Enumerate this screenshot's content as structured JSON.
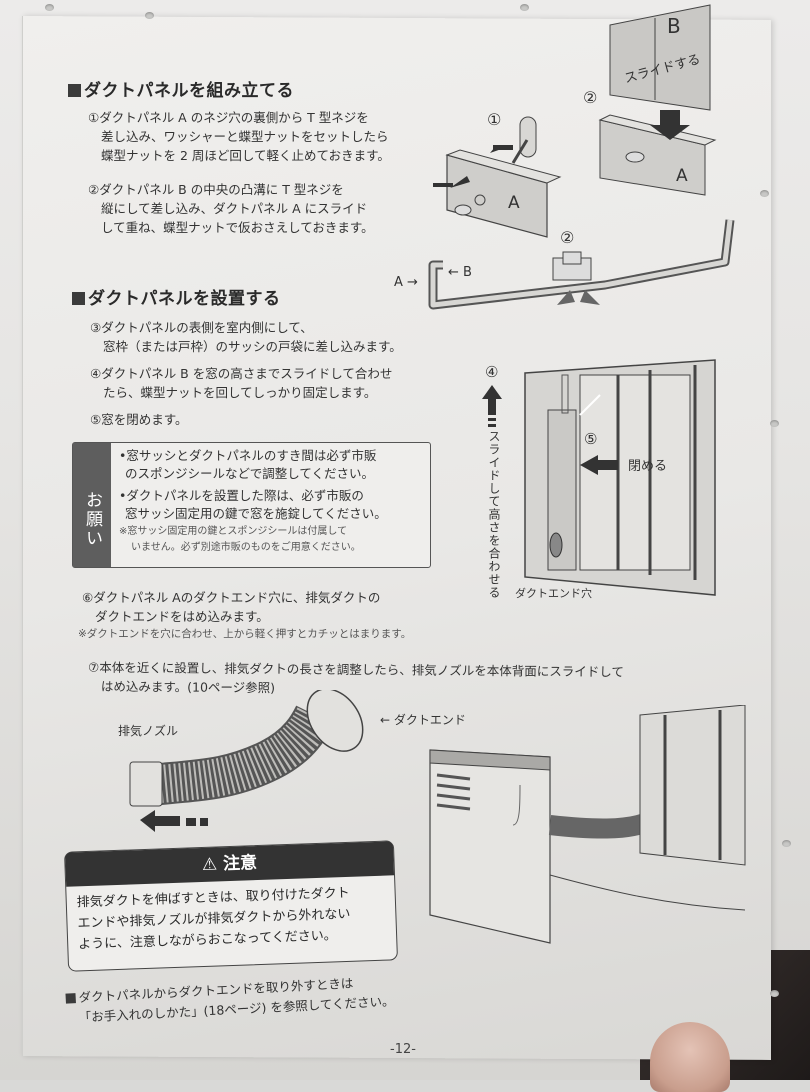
{
  "section_assemble": {
    "title": "ダクトパネルを組み立てる",
    "step1": [
      "①ダクトパネル A のネジ穴の裏側から T 型ネジを",
      "差し込み、ワッシャーと蝶型ナットをセットしたら",
      "蝶型ナットを 2 周ほど回して軽く止めておきます。"
    ],
    "step2": [
      "②ダクトパネル B の中央の凸溝に T 型ネジを",
      "縦にして差し込み、ダクトパネル A にスライド",
      "して重ね、蝶型ナットで仮おさえしておきます。"
    ]
  },
  "section_install": {
    "title": "ダクトパネルを設置する",
    "step3": [
      "③ダクトパネルの表側を室内側にして、",
      "窓枠（または戸枠）のサッシの戸袋に差し込みます。"
    ],
    "step4": [
      "④ダクトパネル B を窓の高さまでスライドして合わせ",
      "たら、蝶型ナットを回してしっかり固定します。"
    ],
    "step5": "⑤窓を閉めます。"
  },
  "request_box": {
    "tab_label": "お願い",
    "bullet1": [
      "•窓サッシとダクトパネルのすき間は必ず市販",
      "のスポンジシールなどで調整してください。"
    ],
    "bullet2": [
      "•ダクトパネルを設置した際は、必ず市販の",
      "窓サッシ固定用の鍵で窓を施錠してください。"
    ],
    "note": [
      "※窓サッシ固定用の鍵とスポンジシールは付属して",
      "いません。必ず別途市販のものをご用意ください。"
    ]
  },
  "step6": {
    "lines": [
      "⑥ダクトパネル Aのダクトエンド穴に、排気ダクトの",
      "ダクトエンドをはめ込みます。"
    ],
    "note": "※ダクトエンドを穴に合わせ、上から軽く押すとカチッとはまります。"
  },
  "step7": {
    "lines": [
      "⑦本体を近くに設置し、排気ダクトの長さを調整したら、排気ノズルを本体背面にスライドして",
      "はめ込みます。(10ページ参照)"
    ]
  },
  "figure_labels": {
    "fig1_num": "①",
    "fig2_num": "②",
    "fig2b_num": "②",
    "panel_a": "A",
    "panel_b": "B",
    "slide": "スライドする",
    "cross_a": "A",
    "cross_b": "B",
    "fig4_num": "④",
    "fig5_num": "⑤",
    "slide_height": "スライドして高さを合わせる",
    "close": "閉める",
    "duct_end_hole": "ダクトエンド穴",
    "exhaust_nozzle": "排気ノズル",
    "duct_end": "ダクトエンド"
  },
  "caution": {
    "title": "注意",
    "lines": [
      "排気ダクトを伸ばすときは、取り付けたダクト",
      "エンドや排気ノズルが排気ダクトから外れない",
      "ように、注意しながらおこなってください。"
    ]
  },
  "footer_note": {
    "lines": [
      "ダクトパネルからダクトエンドを取り外すときは",
      "「お手入れのしかた」(18ページ) を参照してください。"
    ]
  },
  "page_number": "-12-"
}
